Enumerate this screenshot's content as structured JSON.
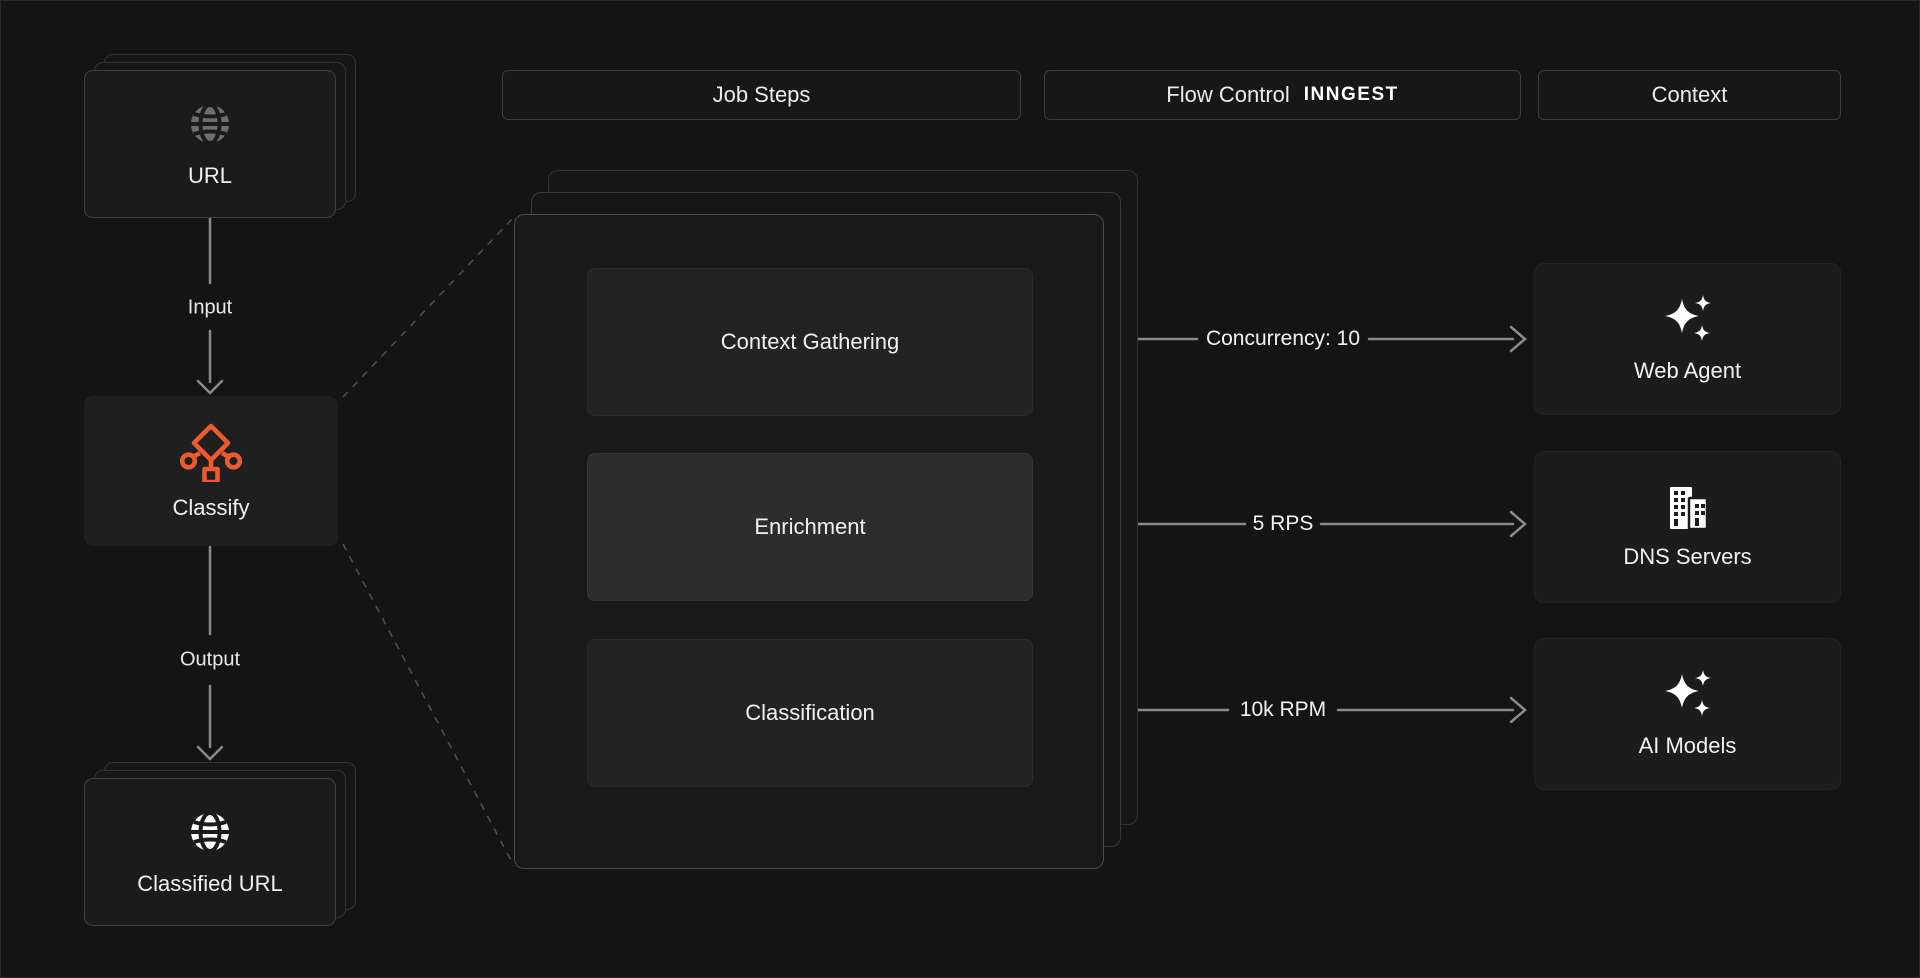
{
  "header": {
    "job_steps": "Job Steps",
    "flow_control": "Flow Control",
    "brand": "INNGEST",
    "context": "Context"
  },
  "pipeline": {
    "input_node": {
      "label": "URL",
      "icon": "globe-icon"
    },
    "input_edge_label": "Input",
    "classifier": {
      "label": "Classify",
      "icon": "classify-branch-icon"
    },
    "output_edge_label": "Output",
    "output_node": {
      "label": "Classified URL",
      "icon": "globe-icon"
    }
  },
  "job_steps": [
    {
      "label": "Context Gathering",
      "flow_control": "Concurrency: 10",
      "highlighted": false
    },
    {
      "label": "Enrichment",
      "flow_control": "5 RPS",
      "highlighted": true
    },
    {
      "label": "Classification",
      "flow_control": "10k RPM",
      "highlighted": false
    }
  ],
  "context_nodes": [
    {
      "label": "Web Agent",
      "icon": "sparkles-icon"
    },
    {
      "label": "DNS Servers",
      "icon": "buildings-icon"
    },
    {
      "label": "AI Models",
      "icon": "sparkles-icon"
    }
  ],
  "colors": {
    "accent_orange": "#ED5A2D",
    "background": "#141414",
    "line_gray": "#8A8A8A",
    "dashed_gray": "#4E4E4E"
  }
}
